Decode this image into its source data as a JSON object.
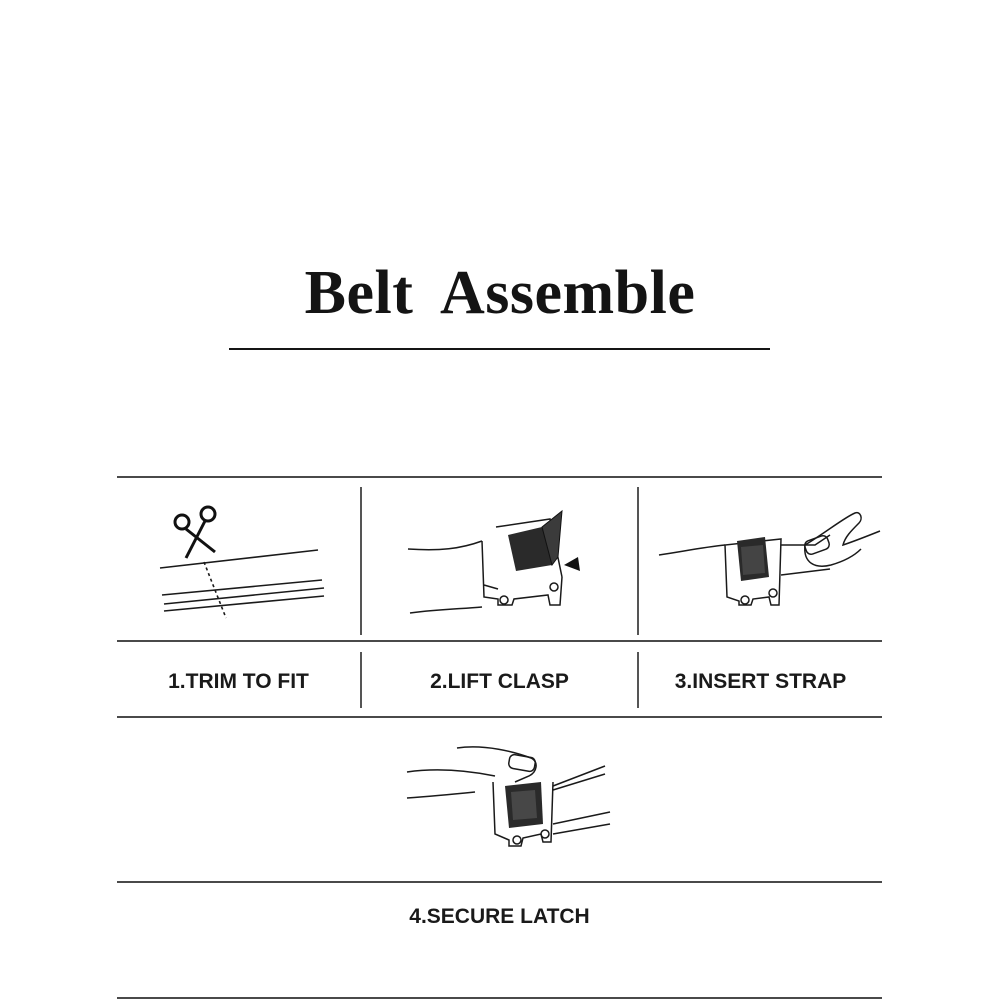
{
  "title": "Belt Assemble",
  "steps": [
    {
      "label": "1.TRIM TO FIT",
      "icon": "scissors-trim-icon"
    },
    {
      "label": "2.LIFT CLASP",
      "icon": "buckle-lift-clasp-icon"
    },
    {
      "label": "3.INSERT STRAP",
      "icon": "finger-insert-strap-icon"
    },
    {
      "label": "4.SECURE LATCH",
      "icon": "finger-press-latch-icon"
    }
  ],
  "colors": {
    "ink": "#141414",
    "rule": "#4a4a4a",
    "clasp": "#2a2a2a"
  }
}
